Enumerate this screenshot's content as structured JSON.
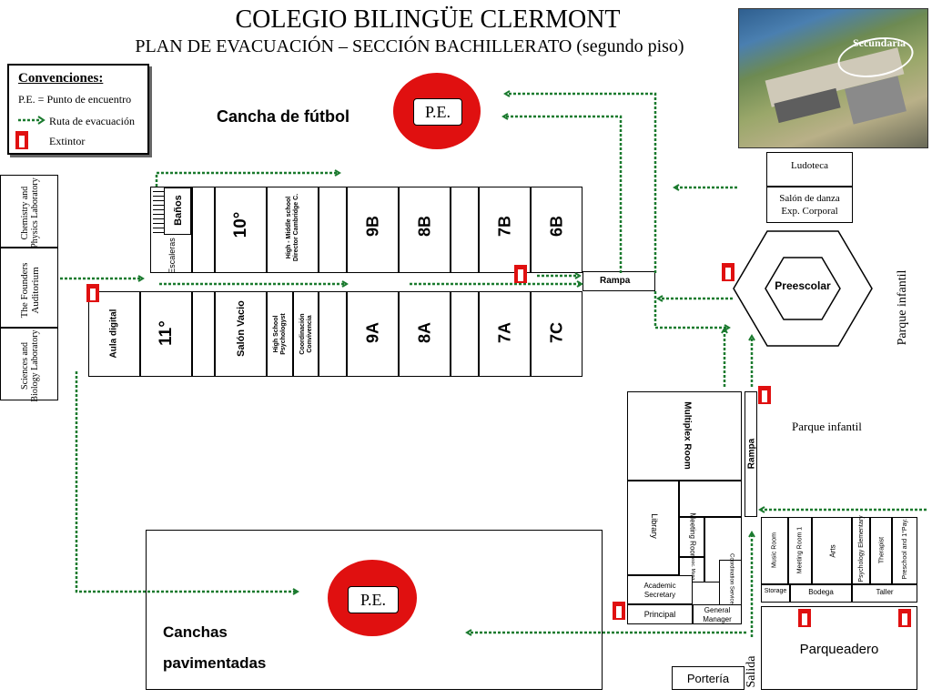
{
  "header": {
    "title": "COLEGIO BILINGÜE CLERMONT",
    "subtitle": "PLAN DE EVACUACIÓN – SECCIÓN BACHILLERATO (segundo piso)",
    "photo_label": "Secundaria"
  },
  "legend": {
    "title": "Convenciones:",
    "pe": "P.E. = Punto de encuentro",
    "route": "Ruta de evacuación",
    "extinguisher": "Extintor"
  },
  "meeting_points": {
    "top_label": "P.E.",
    "bottom_label": "P.E."
  },
  "areas": {
    "football": "Cancha de fútbol",
    "courts_line1": "Canchas",
    "courts_line2": "pavimentadas",
    "parqueadero": "Parqueadero",
    "porteria": "Portería",
    "salida": "Salida",
    "parque_infantil_right": "Parque infantil",
    "parque_infantil": "Parque infantil",
    "preescolar": "Preescolar",
    "ludoteca": "Ludoteca",
    "salon_danza_1": "Salón de danza",
    "salon_danza_2": "Exp. Corporal"
  },
  "left_labs": {
    "chemistry": "Chemistry and Physics Laboratory",
    "founders": "The Founders Auditorium",
    "sciences": "Sciences and Biology Laboratory"
  },
  "main_building": {
    "banos": "Baños",
    "escaleras": "Escaleras",
    "r10": "10°",
    "director": "High - Middle school Director Cambridge C.",
    "r9b": "9B",
    "r8b": "8B",
    "r7b": "7B",
    "r6b": "6B",
    "rampa": "Rampa",
    "aula_digital": "Aula digital",
    "r11": "11°",
    "salon_vacio": "Salón Vacio",
    "psychologist": "High School Psychologyst",
    "coordinacion": "Coordinación Convivencia",
    "r9a": "9A",
    "r8a": "8A",
    "r7a": "7A",
    "r7c": "7C"
  },
  "south_building": {
    "multiplex": "Multiplex Room",
    "rampa": "Rampa",
    "library": "Library",
    "meeting_room": "Meeting Room",
    "asoc_mang": "Asoc. Mang",
    "coordination": "Coordination Services",
    "academic_secretary": "Academic Secretary",
    "principal": "Principal",
    "general_manager": "General Manager"
  },
  "east_building": {
    "music_room": "Music Room",
    "meeting_room_1": "Meeting Room 1",
    "arts": "Arts",
    "psychology": "Psychology Elementary",
    "therapist": "Therapist",
    "preschool": "Preschool and 1°Pay.",
    "storage": "Storage",
    "bodega": "Bodega",
    "taller": "Taller"
  },
  "colors": {
    "route": "#1a7a2e",
    "meeting_point": "#e01010",
    "extinguisher": "#e01010"
  }
}
